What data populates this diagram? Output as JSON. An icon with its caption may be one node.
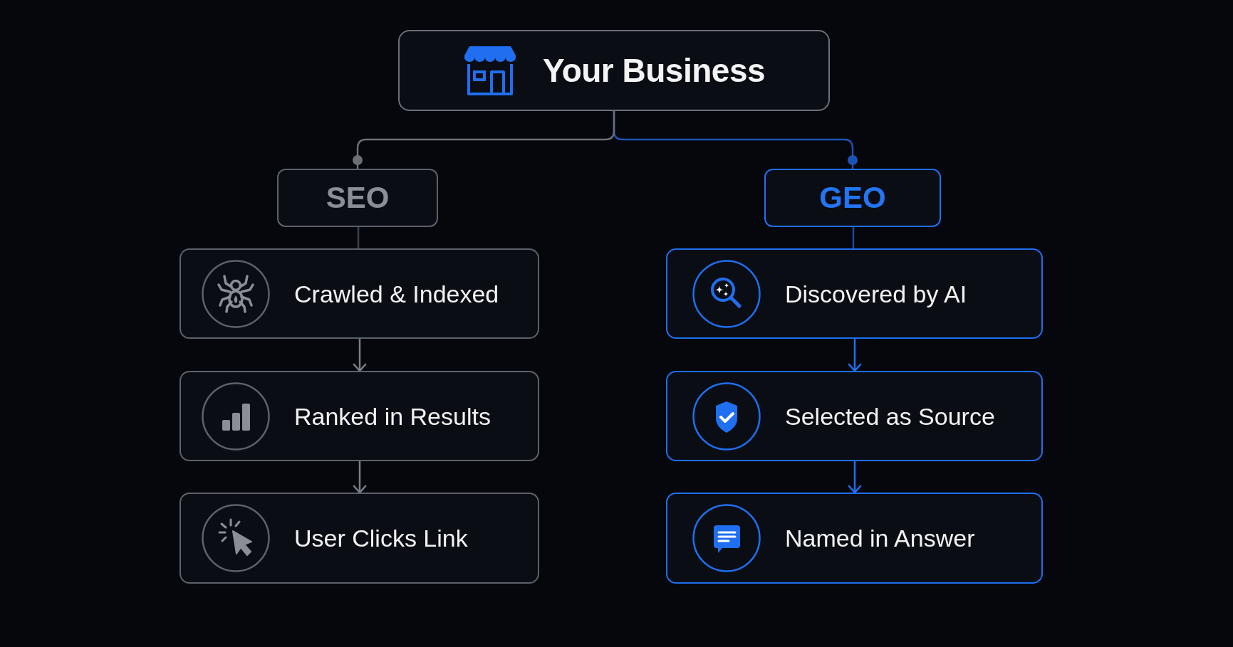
{
  "diagram": {
    "nodes": [
      {
        "text": [
          "Your Business"
        ]
      },
      {
        "text": [
          "SEO"
        ]
      },
      {
        "text": [
          "GEO"
        ]
      },
      {
        "text": [
          "Crawled & Indexed"
        ]
      },
      {
        "text": [
          "Discovered by AI"
        ]
      },
      {
        "text": [
          "Ranked in Results"
        ]
      },
      {
        "text": [
          "Selected as Source"
        ]
      },
      {
        "text": [
          "User Clicks Link"
        ]
      },
      {
        "text": [
          "Named in Answer"
        ]
      }
    ],
    "edges": [
      {
        "from": 0,
        "to": 1,
        "arrow": "other",
        "color": "#6b6f78"
      },
      {
        "from": 0,
        "to": 2,
        "arrow": "other",
        "color": "#1d52b5"
      },
      {
        "from": 1,
        "to": 3,
        "arrow": "none",
        "color": "#3b4150"
      },
      {
        "from": 2,
        "to": 4,
        "arrow": "none",
        "color": "#1d4a9c"
      },
      {
        "from": 3,
        "to": 5,
        "arrow": "to",
        "color": "#7a7e87"
      },
      {
        "from": 4,
        "to": 6,
        "arrow": "to",
        "color": "#1f6ff0"
      },
      {
        "from": 5,
        "to": 7,
        "arrow": "to",
        "color": "#7a7e87"
      },
      {
        "from": 6,
        "to": 8,
        "arrow": "to",
        "color": "#1f6ff0"
      }
    ]
  }
}
